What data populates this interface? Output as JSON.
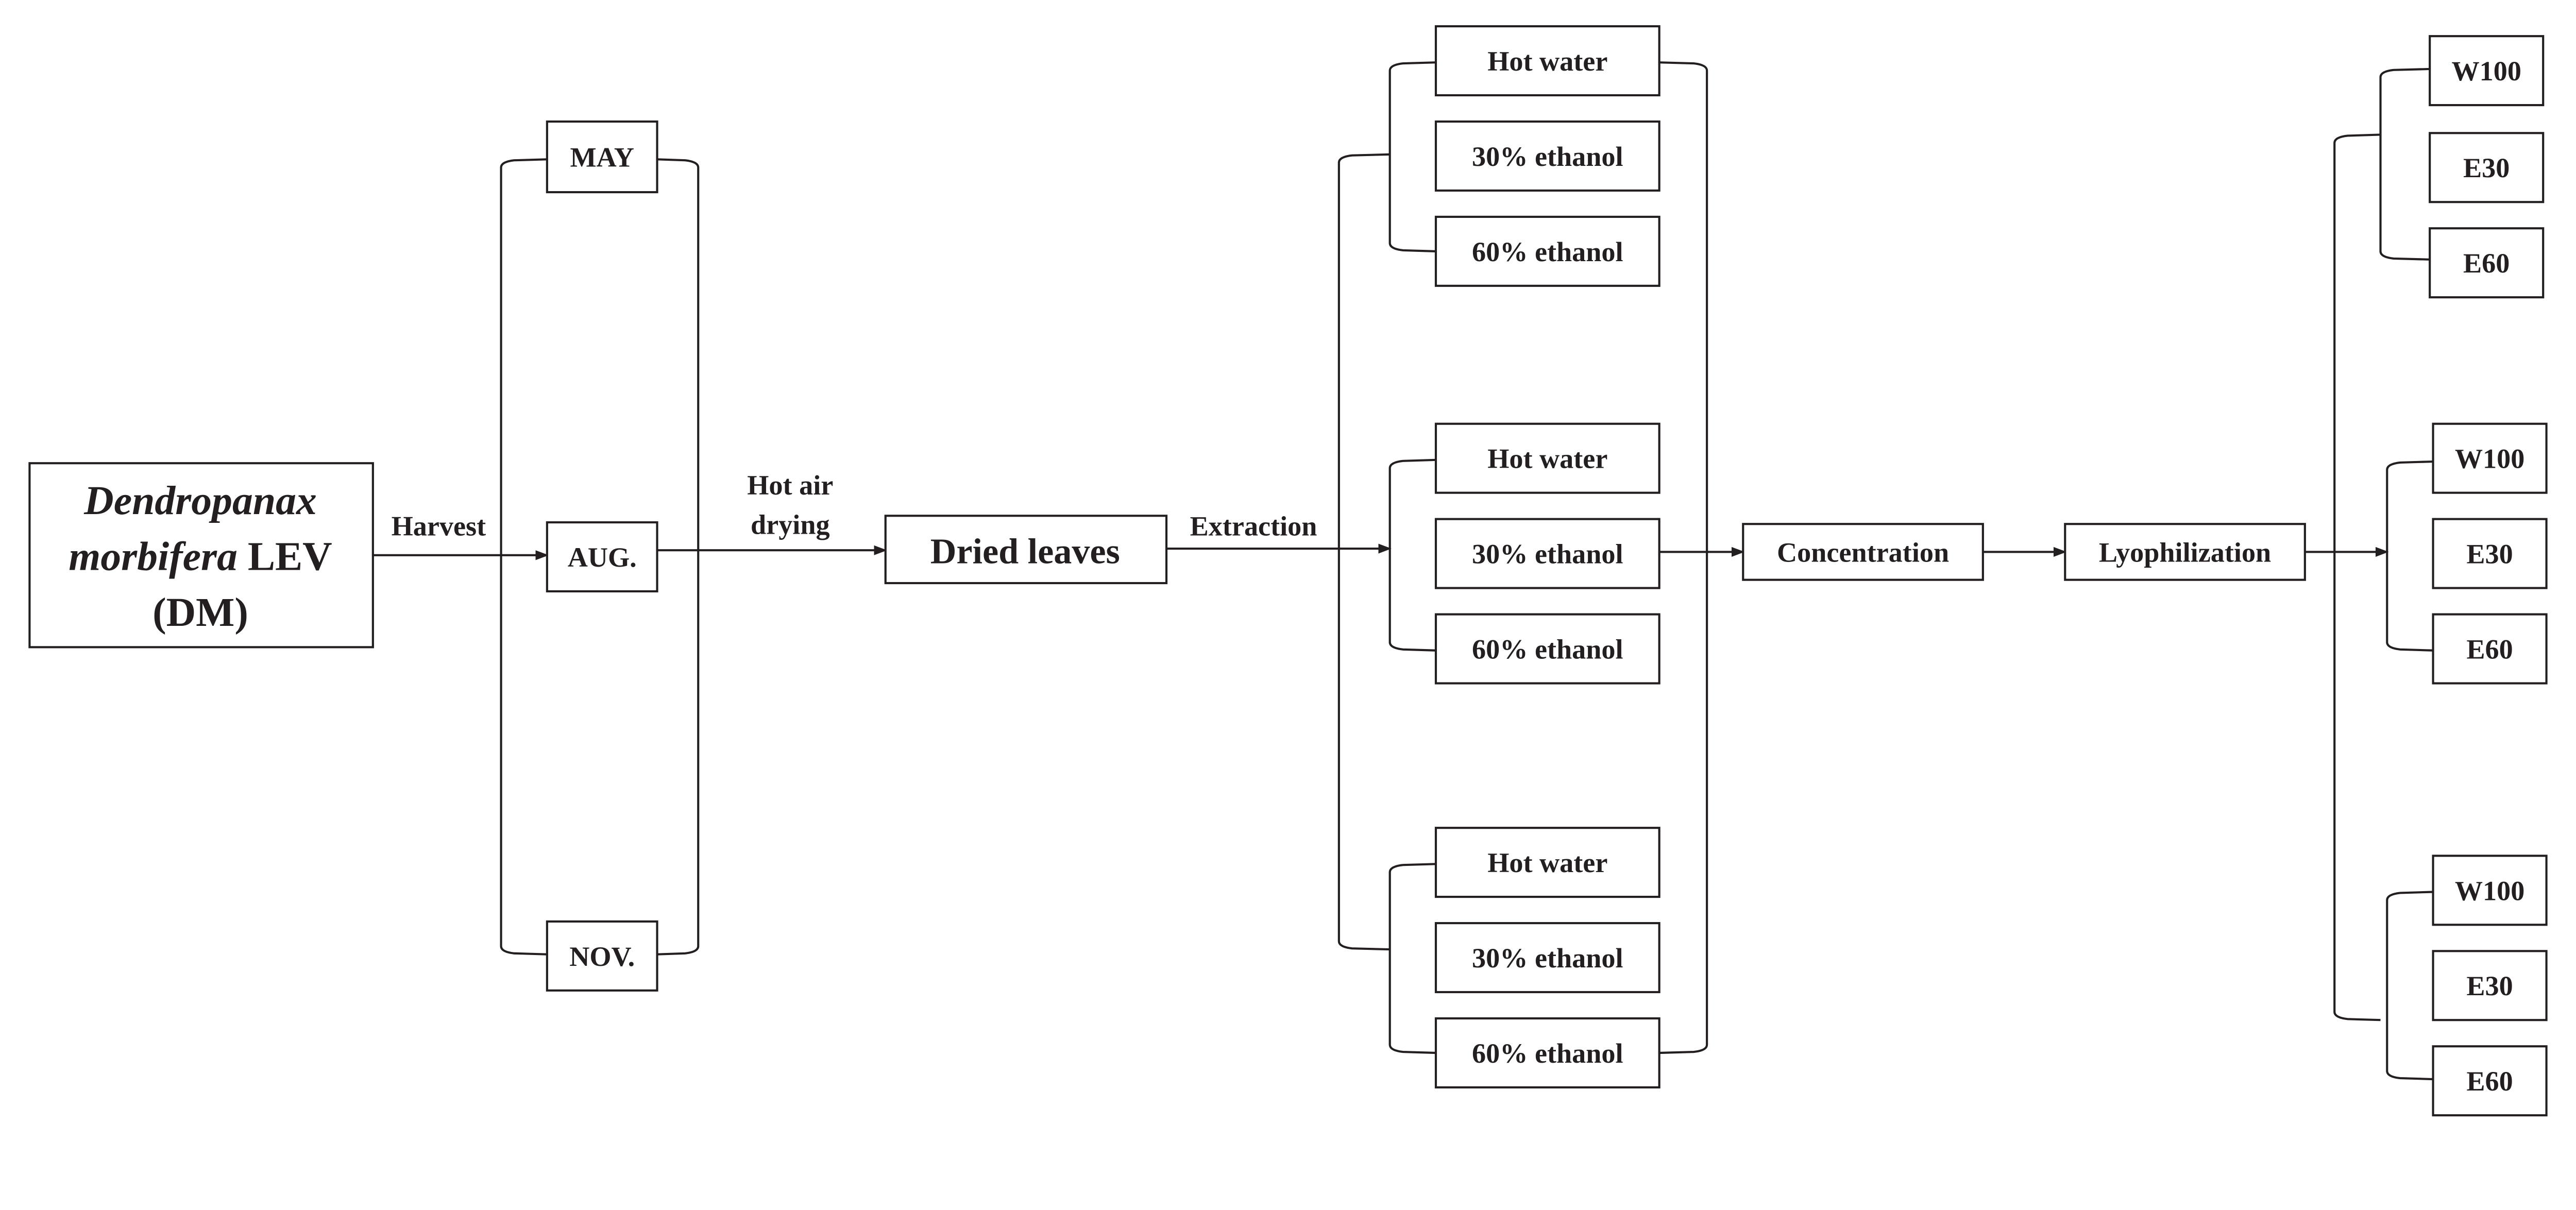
{
  "source": {
    "line1": "Dendropanax",
    "line2_italic": "morbifera",
    "line2_rest": " LEV",
    "line3": "(DM)"
  },
  "labels": {
    "harvest": "Harvest",
    "drying_line1": "Hot air",
    "drying_line2": "drying",
    "extraction": "Extraction"
  },
  "months": [
    "MAY",
    "AUG.",
    "NOV."
  ],
  "dried_leaves": "Dried leaves",
  "solvents": [
    "Hot water",
    "30% ethanol",
    "60% ethanol"
  ],
  "concentration": "Concentration",
  "lyophilization": "Lyophilization",
  "extracts": [
    "W100",
    "E30",
    "E60"
  ],
  "colors": {
    "line": "#231f20",
    "background": "#ffffff"
  }
}
